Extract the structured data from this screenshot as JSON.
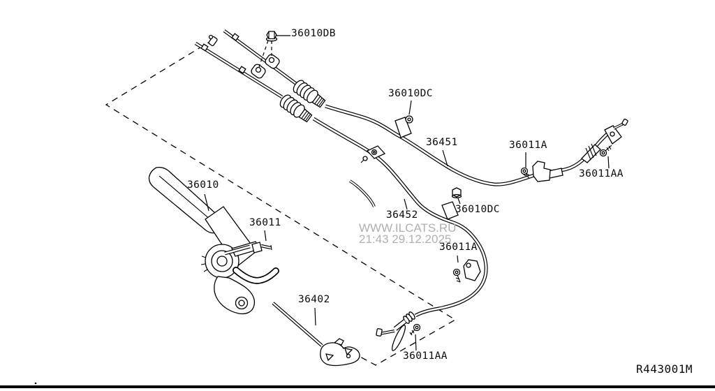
{
  "page": {
    "background_color": "#ffffff",
    "line_color": "#000000",
    "drawing_ref": "R443001M"
  },
  "watermark": {
    "line1": "WWW.ILCATS.RU",
    "line2": "21:43 29.12.2025",
    "color": "#b0b0b0"
  },
  "part_labels": [
    {
      "part_number": "36010DB"
    },
    {
      "part_number": "36010DC"
    },
    {
      "part_number": "36451"
    },
    {
      "part_number": "36011A"
    },
    {
      "part_number": "36011AA"
    },
    {
      "part_number": "36010DC"
    },
    {
      "part_number": "36452"
    },
    {
      "part_number": "36011A"
    },
    {
      "part_number": "36010"
    },
    {
      "part_number": "36011"
    },
    {
      "part_number": "36402"
    },
    {
      "part_number": "36011AA"
    }
  ]
}
